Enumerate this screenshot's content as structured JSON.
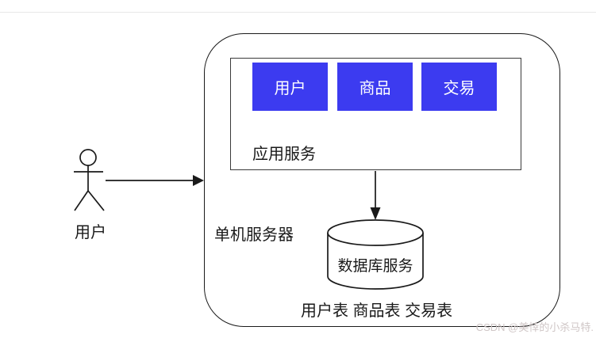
{
  "diagram": {
    "actor": {
      "label": "用户"
    },
    "server_box": {
      "label": "单机服务器"
    },
    "app_box": {
      "label": "应用服务",
      "modules": [
        {
          "label": "用户"
        },
        {
          "label": "商品"
        },
        {
          "label": "交易"
        }
      ]
    },
    "database": {
      "label": "数据库服务"
    },
    "tables_caption": "用户表 商品表 交易表",
    "connections": [
      {
        "from": "actor",
        "to": "server_box",
        "type": "arrow-right"
      },
      {
        "from": "app_box",
        "to": "database",
        "type": "arrow-down"
      }
    ],
    "colors": {
      "module_fill": "#3c3bf0",
      "module_text": "#ffffff",
      "line": "#1a1a1a",
      "watermark_text": "#cfc6c6",
      "top_divider": "#e8e8e8"
    }
  },
  "watermark": {
    "text": "CSDN @美悻的小杀马特."
  }
}
